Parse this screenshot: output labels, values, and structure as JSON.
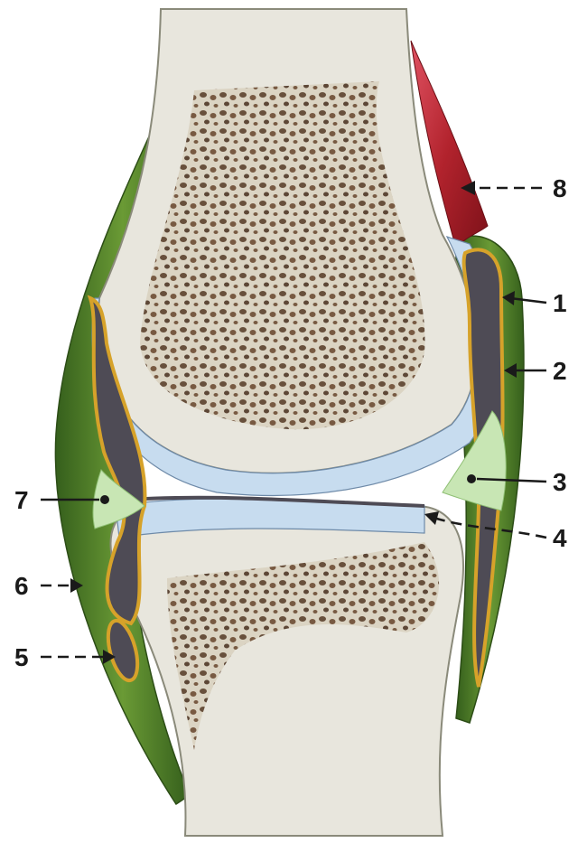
{
  "callouts": [
    {
      "id": "1",
      "label": "1"
    },
    {
      "id": "2",
      "label": "2"
    },
    {
      "id": "3",
      "label": "3"
    },
    {
      "id": "4",
      "label": "4"
    },
    {
      "id": "5",
      "label": "5"
    },
    {
      "id": "6",
      "label": "6"
    },
    {
      "id": "7",
      "label": "7"
    },
    {
      "id": "8",
      "label": "8"
    }
  ],
  "colors": {
    "bone_cortex": "#e8e6dd",
    "trabecular_spots": "#5a3f2a",
    "articular_cartilage": "#c7dcef",
    "joint_cavity_dark": "#4e4b55",
    "capsule_green": "#5c8a2e",
    "capsule_dark_green": "#355f1c",
    "synovial_orange": "#d6a22a",
    "meniscus_light_green": "#c8e6b4",
    "muscle_red": "#b2232d",
    "outline": "#8a8a7a"
  }
}
